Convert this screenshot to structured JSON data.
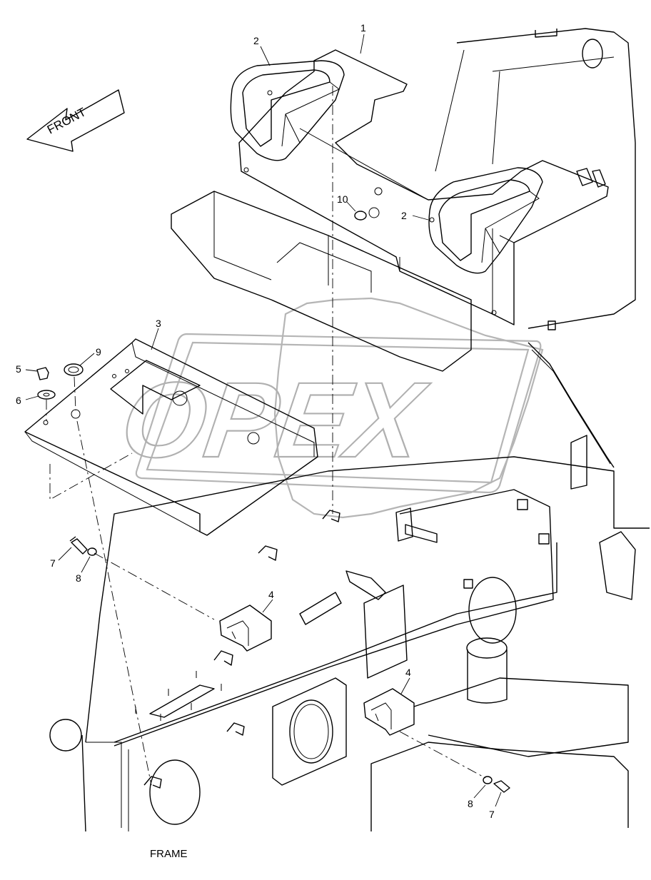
{
  "diagram": {
    "caption": "FRAME",
    "direction_label": "FRONT",
    "watermark_text": "OPEX",
    "callouts": [
      {
        "id": "c1",
        "text": "1"
      },
      {
        "id": "c2a",
        "text": "2"
      },
      {
        "id": "c2b",
        "text": "2"
      },
      {
        "id": "c3",
        "text": "3"
      },
      {
        "id": "c4a",
        "text": "4"
      },
      {
        "id": "c4b",
        "text": "4"
      },
      {
        "id": "c5",
        "text": "5"
      },
      {
        "id": "c6",
        "text": "6"
      },
      {
        "id": "c7a",
        "text": "7"
      },
      {
        "id": "c7b",
        "text": "7"
      },
      {
        "id": "c8a",
        "text": "8"
      },
      {
        "id": "c8b",
        "text": "8"
      },
      {
        "id": "c9",
        "text": "9"
      },
      {
        "id": "c10",
        "text": "10"
      }
    ]
  },
  "colors": {
    "line": "#000000",
    "background": "#ffffff",
    "watermark": "#b0b0b0"
  }
}
